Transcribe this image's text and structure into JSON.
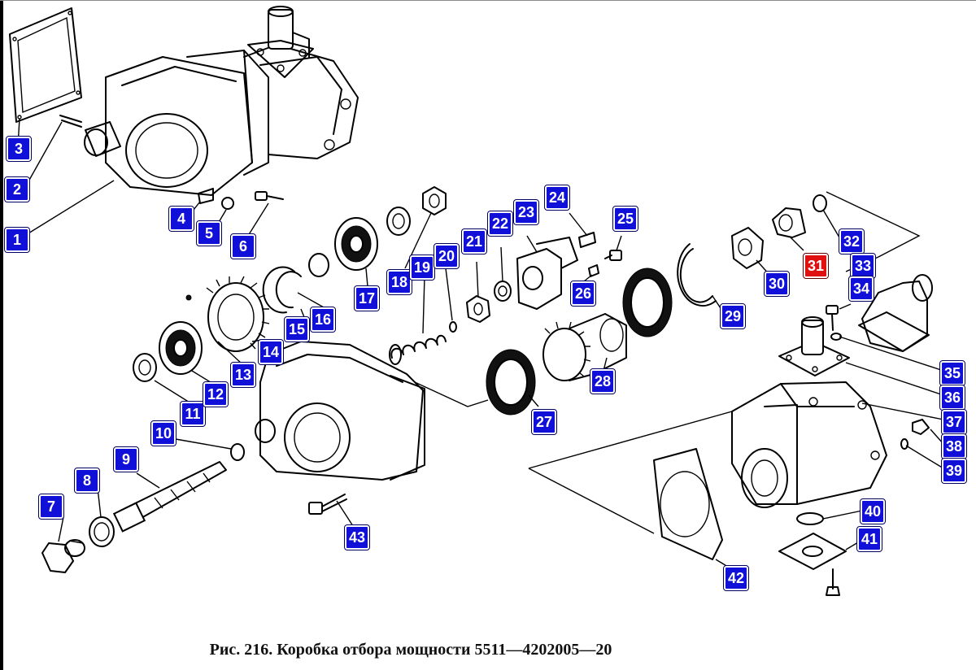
{
  "caption": "Рис. 216. Коробка отбора мощности 5511—4202005—20",
  "callouts": [
    {
      "label": "1"
    },
    {
      "label": "2"
    },
    {
      "label": "3"
    },
    {
      "label": "4"
    },
    {
      "label": "5"
    },
    {
      "label": "6"
    },
    {
      "label": "7"
    },
    {
      "label": "8"
    },
    {
      "label": "9"
    },
    {
      "label": "10"
    },
    {
      "label": "11"
    },
    {
      "label": "12"
    },
    {
      "label": "13"
    },
    {
      "label": "14"
    },
    {
      "label": "15"
    },
    {
      "label": "16"
    },
    {
      "label": "17"
    },
    {
      "label": "18"
    },
    {
      "label": "19"
    },
    {
      "label": "20"
    },
    {
      "label": "21"
    },
    {
      "label": "22"
    },
    {
      "label": "23"
    },
    {
      "label": "24"
    },
    {
      "label": "25"
    },
    {
      "label": "26"
    },
    {
      "label": "27"
    },
    {
      "label": "28"
    },
    {
      "label": "29"
    },
    {
      "label": "30"
    },
    {
      "label": "31",
      "selected": true
    },
    {
      "label": "32"
    },
    {
      "label": "33"
    },
    {
      "label": "34"
    },
    {
      "label": "35"
    },
    {
      "label": "36"
    },
    {
      "label": "37"
    },
    {
      "label": "38"
    },
    {
      "label": "39"
    },
    {
      "label": "40"
    },
    {
      "label": "41"
    },
    {
      "label": "42"
    },
    {
      "label": "43"
    }
  ],
  "colors": {
    "callout_fill": "#1010d8",
    "callout_selected_fill": "#e01010",
    "callout_text": "#ffffff",
    "line_art": "#000000"
  }
}
